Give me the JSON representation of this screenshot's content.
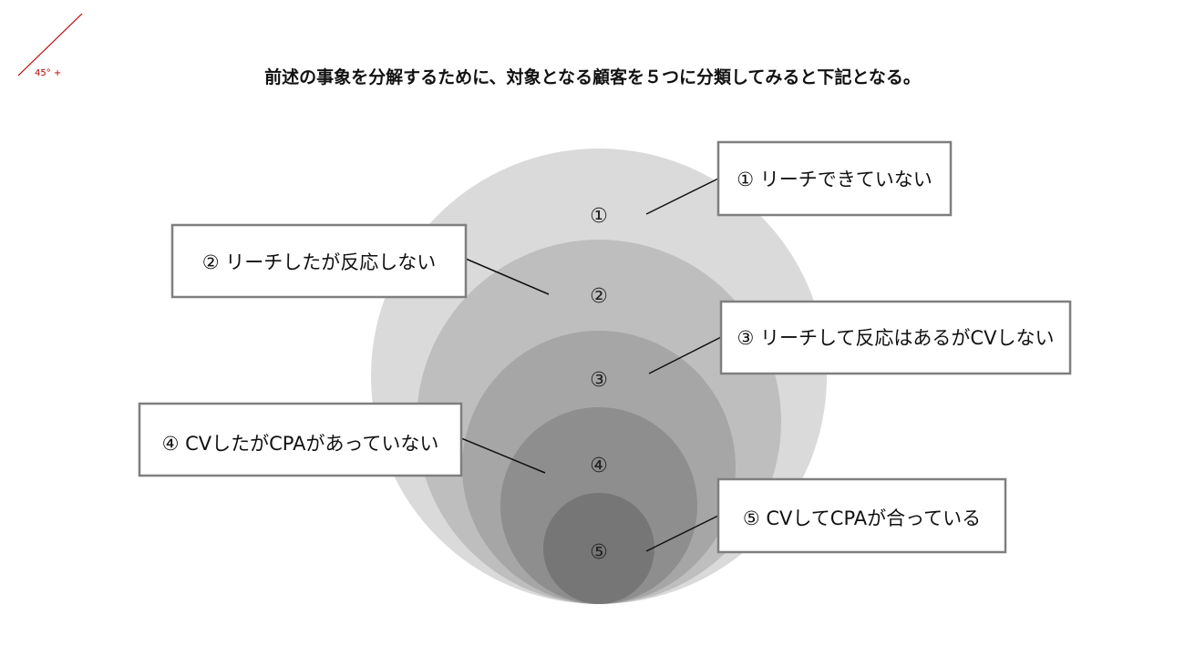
{
  "corner_mark": {
    "label": "45° +",
    "color": "#c00000"
  },
  "title": "前述の事象を分解するために、対象となる顧客を５つに分類してみると下記となる。",
  "circles": [
    {
      "label": "①",
      "color": "#dadada"
    },
    {
      "label": "②",
      "color": "#bebebe"
    },
    {
      "label": "③",
      "color": "#a6a6a6"
    },
    {
      "label": "④",
      "color": "#8e8e8e"
    },
    {
      "label": "⑤",
      "color": "#767676"
    }
  ],
  "callouts": [
    "① リーチできていない",
    "② リーチしたが反応しない",
    "③ リーチして反応はあるがCVしない",
    "④ CVしたがCPAがあっていない",
    "⑤ CVしてCPAが合っている"
  ]
}
